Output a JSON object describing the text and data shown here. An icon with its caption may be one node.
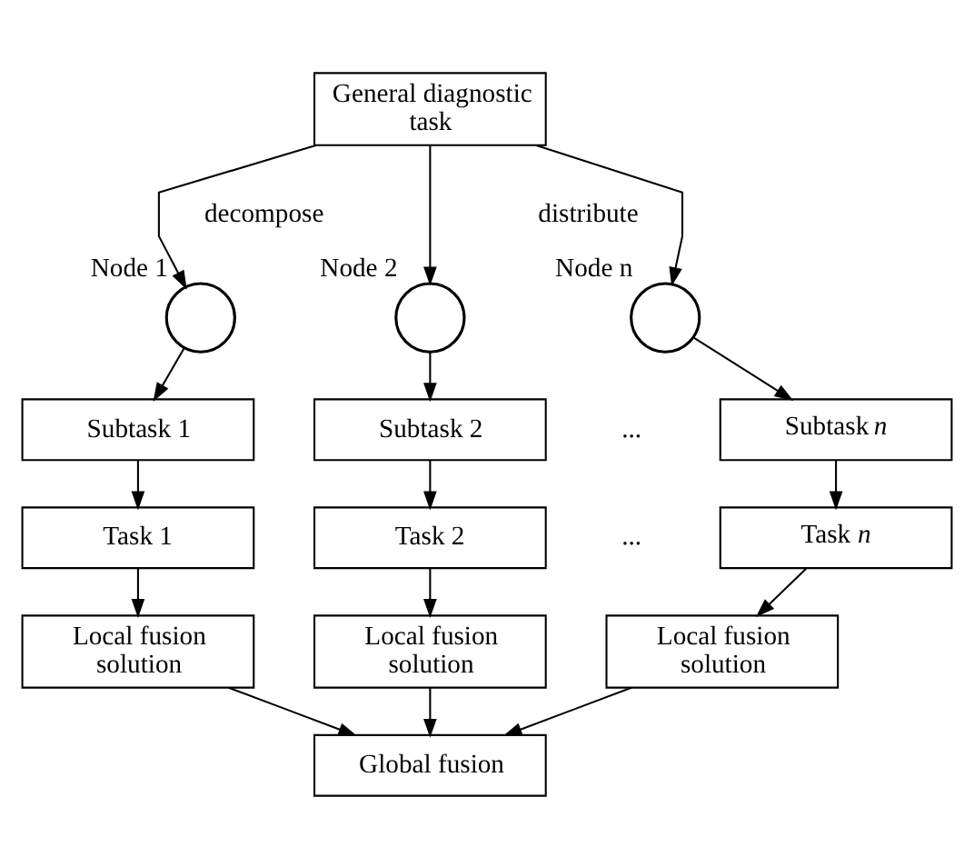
{
  "diagram": {
    "nodes": [
      {
        "text": [
          "General diagnostic task"
        ]
      },
      {
        "text": [],
        "shape": "circle",
        "beside": [
          "Node 1"
        ]
      },
      {
        "text": [],
        "shape": "circle",
        "beside": [
          "Node 2"
        ]
      },
      {
        "text": [],
        "shape": "circle",
        "beside": [
          "Node n"
        ]
      },
      {
        "text": [
          "Subtask 1"
        ]
      },
      {
        "text": [
          "Subtask 2"
        ]
      },
      {
        "text": [
          "Subtask *n*"
        ]
      },
      {
        "text": [
          "Task 1"
        ]
      },
      {
        "text": [
          "Task 2"
        ]
      },
      {
        "text": [
          "Task *n*"
        ]
      },
      {
        "text": [
          "Local fusion solution"
        ]
      },
      {
        "text": [
          "Local fusion solution"
        ]
      },
      {
        "text": [
          "Local fusion solution"
        ]
      },
      {
        "text": [
          "Global fusion"
        ]
      }
    ],
    "edges": [
      {
        "from": 0,
        "to": 1,
        "arrow": "to"
      },
      {
        "from": 0,
        "to": 2,
        "arrow": "to"
      },
      {
        "from": 0,
        "to": 3,
        "arrow": "to"
      },
      {
        "from": 1,
        "to": 4,
        "arrow": "to"
      },
      {
        "from": 2,
        "to": 5,
        "arrow": "to"
      },
      {
        "from": 3,
        "to": 6,
        "arrow": "to"
      },
      {
        "from": 4,
        "to": 7,
        "arrow": "to"
      },
      {
        "from": 5,
        "to": 8,
        "arrow": "to"
      },
      {
        "from": 6,
        "to": 9,
        "arrow": "to"
      },
      {
        "from": 7,
        "to": 10,
        "arrow": "to"
      },
      {
        "from": 8,
        "to": 11,
        "arrow": "to"
      },
      {
        "from": 9,
        "to": 12,
        "arrow": "to"
      },
      {
        "from": 10,
        "to": 13,
        "arrow": "to"
      },
      {
        "from": 11,
        "to": 13,
        "arrow": "to"
      },
      {
        "from": 12,
        "to": 13,
        "arrow": "to"
      }
    ],
    "labels": [
      "decompose",
      "distribute",
      "...",
      "..."
    ]
  }
}
